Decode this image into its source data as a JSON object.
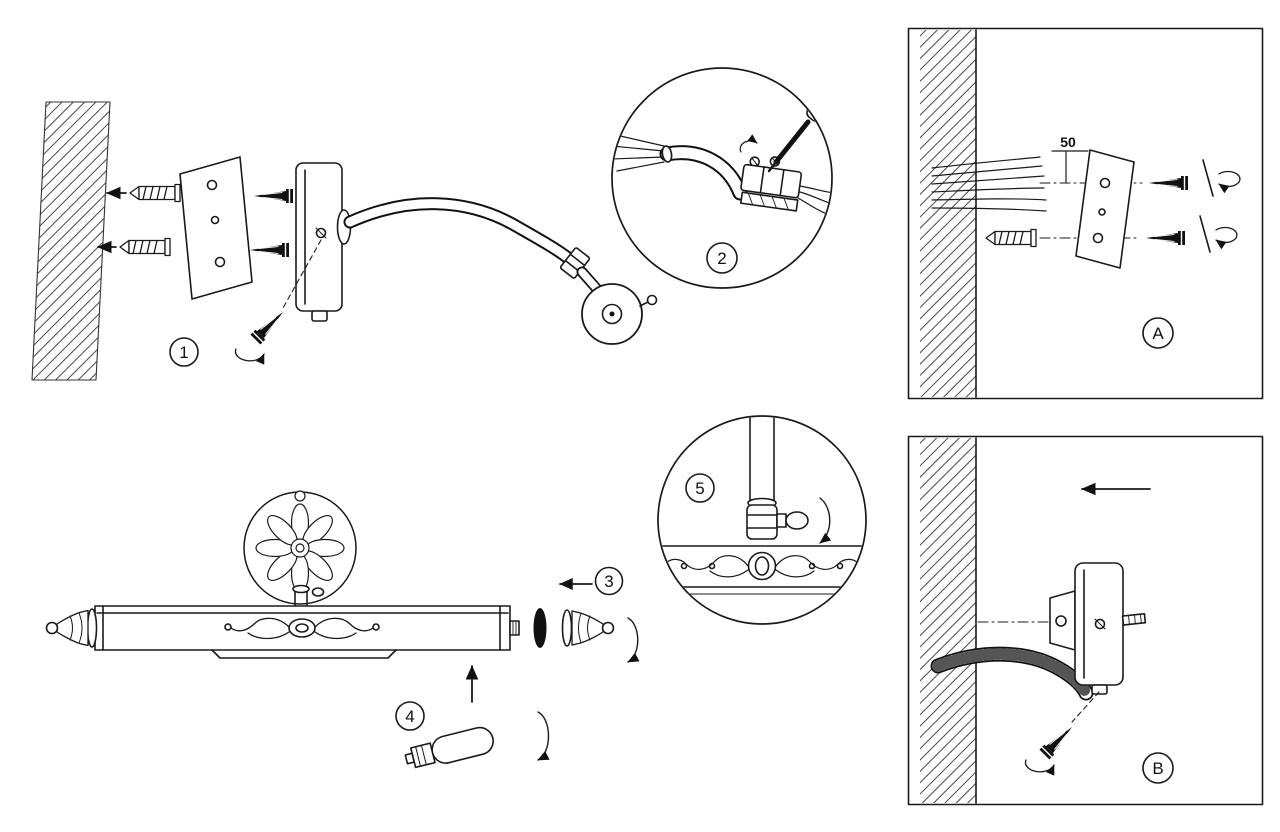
{
  "badges": {
    "step1": "1",
    "step2": "2",
    "step3": "3",
    "step4": "4",
    "step5": "5",
    "detailA": "A",
    "detailB": "B"
  },
  "dimensions": {
    "bracket_hole_offset_mm": "50"
  },
  "colors": {
    "ink": "#1a1a1a",
    "paper": "#ffffff",
    "hatch": "#333333"
  }
}
